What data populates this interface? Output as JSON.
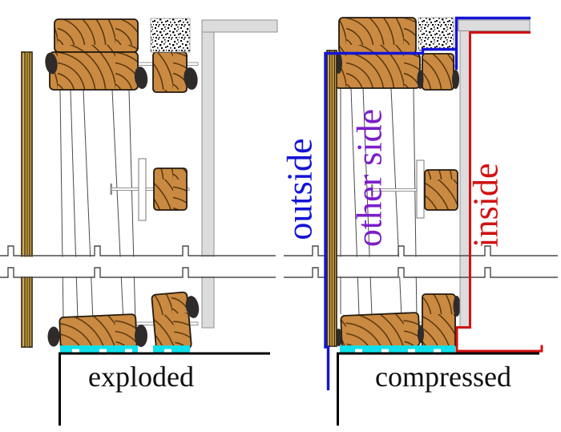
{
  "figure": {
    "background": "#ffffff",
    "panels": {
      "exploded": {
        "caption": "exploded"
      },
      "compressed": {
        "caption": "compressed",
        "annotations": {
          "outside": {
            "text": "outside",
            "color": "#1414D4"
          },
          "other_side": {
            "text": "other side",
            "color": "#7B1EC8"
          },
          "inside": {
            "text": "inside",
            "color": "#D01212"
          }
        }
      }
    },
    "colors": {
      "wood-fill": "#CB8A41",
      "wood-grain": "#5C3A12",
      "block-outline": "#221A0E",
      "gasket": "#2F2B2B",
      "seal-cyan": "#10E0EA",
      "membrane-tan": "#D2AC5C",
      "membrane-brown": "#8A651A",
      "membrane-dark": "#2E2306",
      "wall-fill": "#DCDCDC",
      "wall-stroke": "#909090",
      "line-gray": "#4A4A4A",
      "outside-blue": "#1414D4",
      "other-side-purple": "#7B1EC8",
      "inside-red": "#D01212",
      "sill-black": "#000000",
      "caption-color": "#0F0F0F"
    }
  }
}
